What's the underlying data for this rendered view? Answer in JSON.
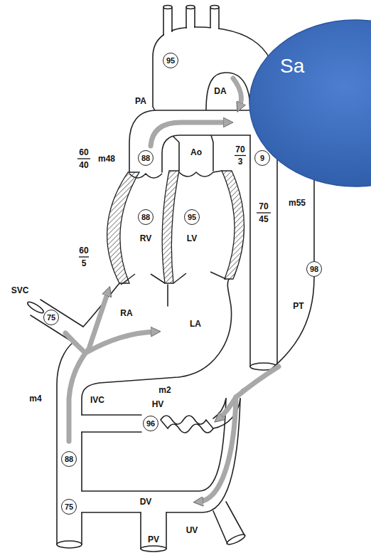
{
  "diagram": {
    "nodes": [
      {
        "text": [
          "95"
        ]
      },
      {
        "text": [
          "Sa"
        ]
      },
      {
        "text": [
          "88"
        ]
      },
      {
        "text": [
          "88"
        ]
      },
      {
        "text": [
          "95"
        ]
      },
      {
        "text": [
          "9"
        ]
      },
      {
        "text": [
          "75"
        ]
      },
      {
        "text": [
          "98"
        ]
      },
      {
        "text": [
          "96"
        ]
      },
      {
        "text": [
          "88"
        ]
      },
      {
        "text": [
          "75"
        ]
      }
    ],
    "labels": [
      "DA",
      "PA",
      "60",
      "40",
      "m48",
      "Ao",
      "RV",
      "LV",
      "60",
      "5",
      "70",
      "3",
      "70",
      "45",
      "m55",
      "SVC",
      "RA",
      "LA",
      "PT",
      "IVC",
      "m4",
      "m2",
      "HV",
      "DV",
      "UV",
      "PV"
    ]
  }
}
